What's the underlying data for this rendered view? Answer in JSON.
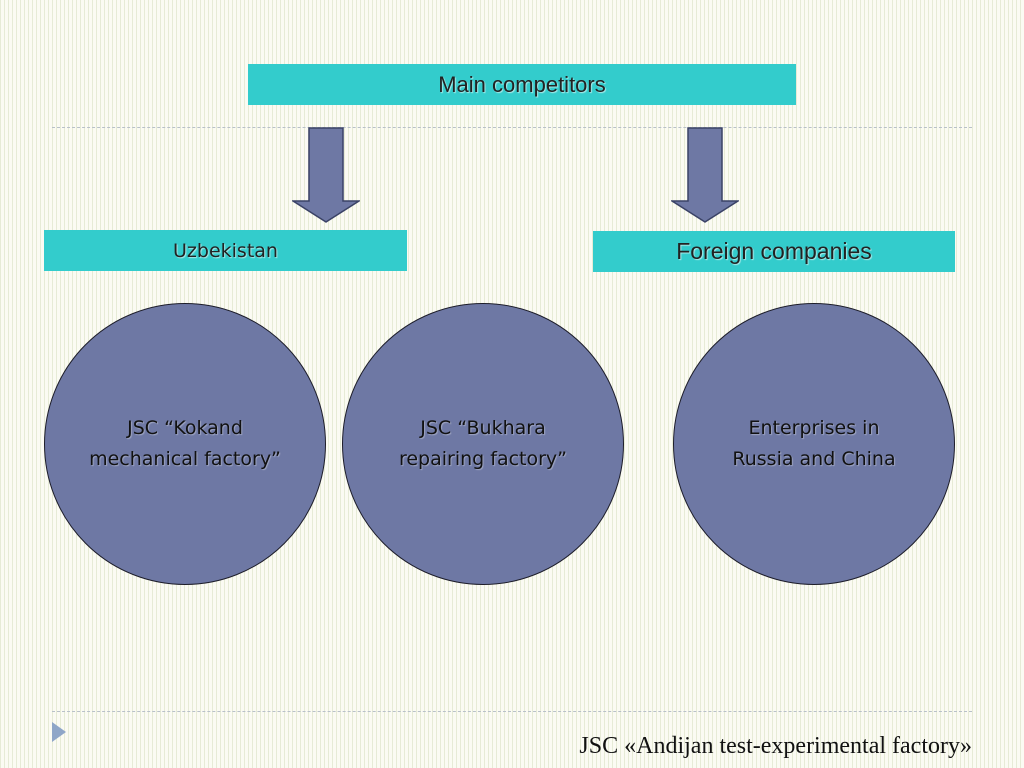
{
  "diagram": {
    "root": {
      "label": "Main competitors"
    },
    "groups": [
      {
        "label": "Uzbekistan"
      },
      {
        "label": "Foreign companies"
      }
    ],
    "nodes": [
      {
        "label": "JSC “Kokand\nmechanical factory”"
      },
      {
        "label": "JSC “Bukhara\nrepairing factory”"
      },
      {
        "label": "Enterprises in\nRussia and China"
      }
    ],
    "colors": {
      "box_fill": "#33cccc",
      "circle_fill": "#6e78a4",
      "arrow_fill": "#6e78a4"
    }
  },
  "footer": {
    "text": "JSC «Andijan test-experimental factory»",
    "marker_icon": "triangle-bullet-icon"
  }
}
